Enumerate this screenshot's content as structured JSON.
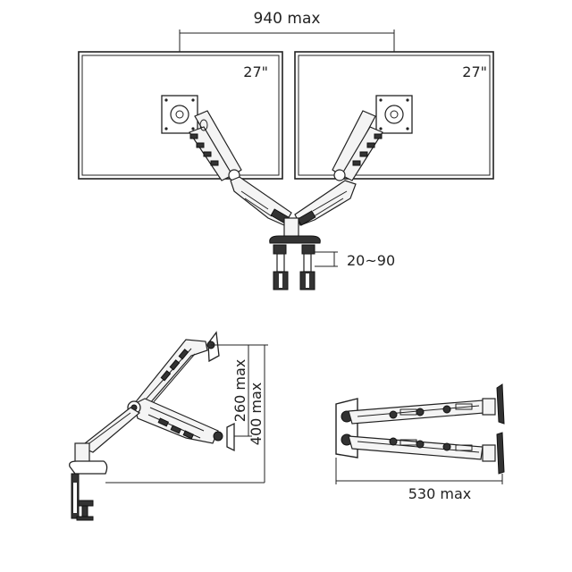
{
  "top_view": {
    "width_label": "940 max",
    "left_monitor_size": "27\"",
    "right_monitor_size": "27\"",
    "desk_thickness_label": "20~90"
  },
  "side_view": {
    "arm_height_label": "260 max",
    "total_height_label": "400 max"
  },
  "plan_view": {
    "reach_label": "530 max"
  },
  "colors": {
    "line": "#222222",
    "background": "#ffffff",
    "arm_fill": "#f4f4f4"
  }
}
